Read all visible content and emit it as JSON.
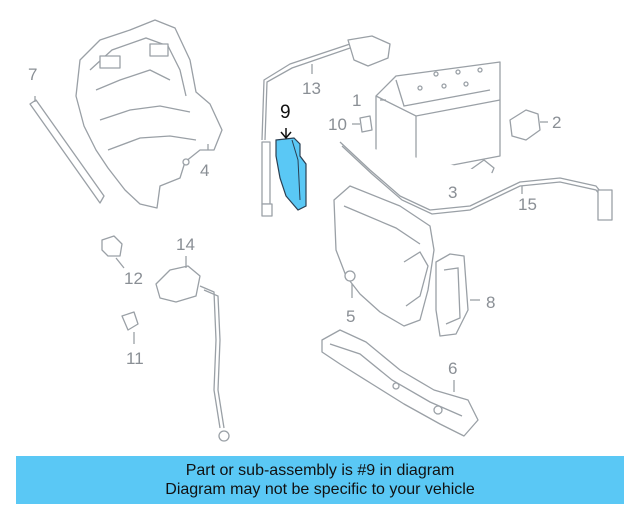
{
  "diagram": {
    "highlight_color": "#5ac8f5",
    "callouts": {
      "c1": "1",
      "c2": "2",
      "c3": "3",
      "c4": "4",
      "c5": "5",
      "c6": "6",
      "c7": "7",
      "c8": "8",
      "c9": "9",
      "c10": "10",
      "c11": "11",
      "c12": "12",
      "c13": "13",
      "c14": "14",
      "c15": "15"
    }
  },
  "banner": {
    "line1": "Part or sub-assembly is #9 in diagram",
    "line2": "Diagram may not be specific to your vehicle"
  }
}
